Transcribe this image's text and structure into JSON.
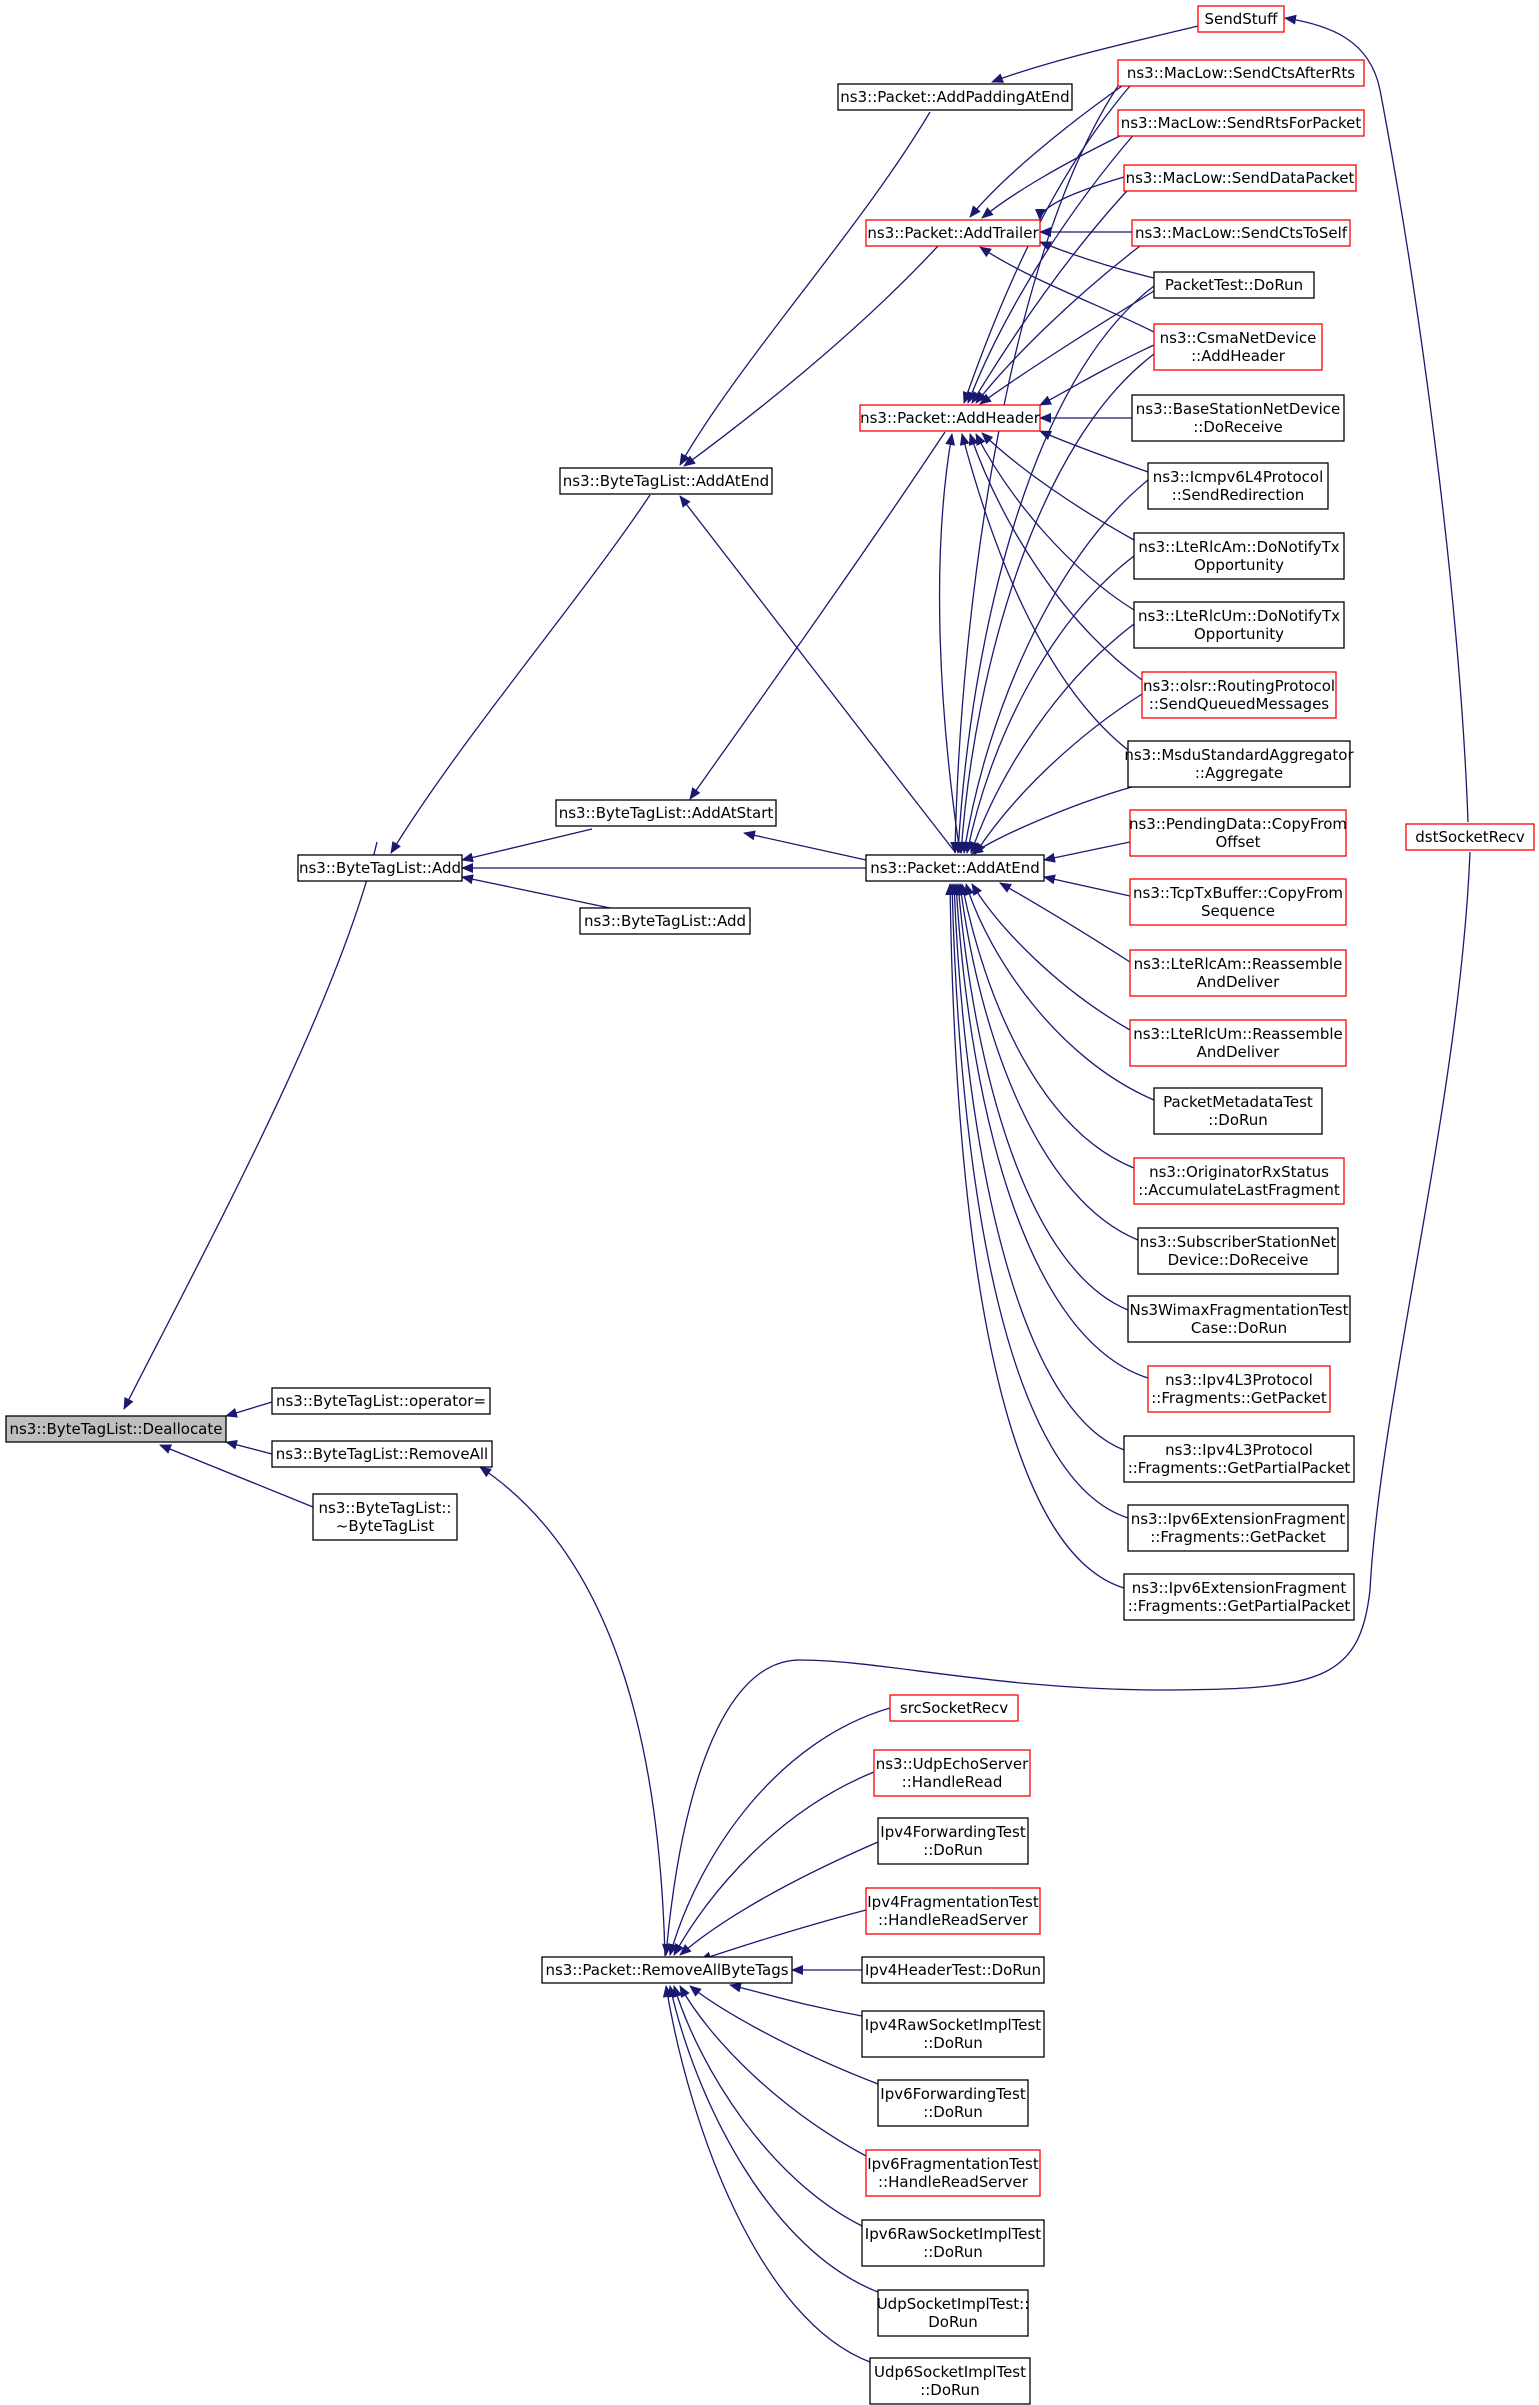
{
  "colors": {
    "edge": "#191970",
    "border_normal": "#000000",
    "border_red": "#ff0000",
    "focus_fill": "#bfbfbf",
    "node_fill": "#ffffff"
  },
  "nodes": {
    "deallocate": {
      "lines": [
        "ns3::ByteTagList::Deallocate"
      ],
      "style": "focus"
    },
    "btl_add": {
      "lines": [
        "ns3::ByteTagList::Add"
      ],
      "style": "normal"
    },
    "btl_operator": {
      "lines": [
        "ns3::ByteTagList::operator="
      ],
      "style": "normal"
    },
    "btl_removeall": {
      "lines": [
        "ns3::ByteTagList::RemoveAll"
      ],
      "style": "normal"
    },
    "btl_dtor": {
      "lines": [
        "ns3::ByteTagList::",
        "~ByteTagList"
      ],
      "style": "normal"
    },
    "btl_addatend": {
      "lines": [
        "ns3::ByteTagList::AddAtEnd"
      ],
      "style": "normal"
    },
    "btl_addatstart": {
      "lines": [
        "ns3::ByteTagList::AddAtStart"
      ],
      "style": "normal"
    },
    "btl_add2": {
      "lines": [
        "ns3::ByteTagList::Add"
      ],
      "style": "normal"
    },
    "pkt_removeallbytetags": {
      "lines": [
        "ns3::Packet::RemoveAllByteTags"
      ],
      "style": "normal"
    },
    "pkt_addpaddingatend": {
      "lines": [
        "ns3::Packet::AddPaddingAtEnd"
      ],
      "style": "normal"
    },
    "pkt_addtrailer": {
      "lines": [
        "ns3::Packet::AddTrailer"
      ],
      "style": "red"
    },
    "pkt_addheader": {
      "lines": [
        "ns3::Packet::AddHeader"
      ],
      "style": "red"
    },
    "pkt_addatend": {
      "lines": [
        "ns3::Packet::AddAtEnd"
      ],
      "style": "normal"
    },
    "sendstuff": {
      "lines": [
        "SendStuff"
      ],
      "style": "red"
    },
    "maclow_sendctsafterrts": {
      "lines": [
        "ns3::MacLow::SendCtsAfterRts"
      ],
      "style": "red"
    },
    "maclow_sendrtsforpacket": {
      "lines": [
        "ns3::MacLow::SendRtsForPacket"
      ],
      "style": "red"
    },
    "maclow_senddatapacket": {
      "lines": [
        "ns3::MacLow::SendDataPacket"
      ],
      "style": "red"
    },
    "maclow_sendctstoself": {
      "lines": [
        "ns3::MacLow::SendCtsToSelf"
      ],
      "style": "red"
    },
    "packettest_dorun": {
      "lines": [
        "PacketTest::DoRun"
      ],
      "style": "normal"
    },
    "csma_addheader": {
      "lines": [
        "ns3::CsmaNetDevice",
        "::AddHeader"
      ],
      "style": "red"
    },
    "bs_doreceive": {
      "lines": [
        "ns3::BaseStationNetDevice",
        "::DoReceive"
      ],
      "style": "normal"
    },
    "icmpv6_sendredirection": {
      "lines": [
        "ns3::Icmpv6L4Protocol",
        "::SendRedirection"
      ],
      "style": "normal"
    },
    "rlcam_donotify": {
      "lines": [
        "ns3::LteRlcAm::DoNotifyTx",
        "Opportunity"
      ],
      "style": "normal"
    },
    "rlcum_donotify": {
      "lines": [
        "ns3::LteRlcUm::DoNotifyTx",
        "Opportunity"
      ],
      "style": "normal"
    },
    "olsr_sendqueued": {
      "lines": [
        "ns3::olsr::RoutingProtocol",
        "::SendQueuedMessages"
      ],
      "style": "red"
    },
    "msdu_aggregate": {
      "lines": [
        "ns3::MsduStandardAggregator",
        "::Aggregate"
      ],
      "style": "normal"
    },
    "pending_copyfrom": {
      "lines": [
        "ns3::PendingData::CopyFrom",
        "Offset"
      ],
      "style": "red"
    },
    "tcptx_copyfrom": {
      "lines": [
        "ns3::TcpTxBuffer::CopyFrom",
        "Sequence"
      ],
      "style": "red"
    },
    "rlcam_reassemble": {
      "lines": [
        "ns3::LteRlcAm::Reassemble",
        "AndDeliver"
      ],
      "style": "red"
    },
    "rlcum_reassemble": {
      "lines": [
        "ns3::LteRlcUm::Reassemble",
        "AndDeliver"
      ],
      "style": "red"
    },
    "pktmeta_dorun": {
      "lines": [
        "PacketMetadataTest",
        "::DoRun"
      ],
      "style": "normal"
    },
    "originator_accumulate": {
      "lines": [
        "ns3::OriginatorRxStatus",
        "::AccumulateLastFragment"
      ],
      "style": "red"
    },
    "ss_doreceive": {
      "lines": [
        "ns3::SubscriberStationNet",
        "Device::DoReceive"
      ],
      "style": "normal"
    },
    "wimaxfrag_dorun": {
      "lines": [
        "Ns3WimaxFragmentationTest",
        "Case::DoRun"
      ],
      "style": "normal"
    },
    "ipv4l3_getpacket": {
      "lines": [
        "ns3::Ipv4L3Protocol",
        "::Fragments::GetPacket"
      ],
      "style": "red"
    },
    "ipv4l3_getpartial": {
      "lines": [
        "ns3::Ipv4L3Protocol",
        "::Fragments::GetPartialPacket"
      ],
      "style": "normal"
    },
    "ipv6ext_getpacket": {
      "lines": [
        "ns3::Ipv6ExtensionFragment",
        "::Fragments::GetPacket"
      ],
      "style": "normal"
    },
    "ipv6ext_getpartial": {
      "lines": [
        "ns3::Ipv6ExtensionFragment",
        "::Fragments::GetPartialPacket"
      ],
      "style": "normal"
    },
    "dstsocketrecv": {
      "lines": [
        "dstSocketRecv"
      ],
      "style": "red"
    },
    "srcsocketrecv": {
      "lines": [
        "srcSocketRecv"
      ],
      "style": "red"
    },
    "udpecho_handleread": {
      "lines": [
        "ns3::UdpEchoServer",
        "::HandleRead"
      ],
      "style": "red"
    },
    "ipv4fwd_dorun": {
      "lines": [
        "Ipv4ForwardingTest",
        "::DoRun"
      ],
      "style": "normal"
    },
    "ipv4frag_handleread": {
      "lines": [
        "Ipv4FragmentationTest",
        "::HandleReadServer"
      ],
      "style": "red"
    },
    "ipv4hdr_dorun": {
      "lines": [
        "Ipv4HeaderTest::DoRun"
      ],
      "style": "normal"
    },
    "ipv4raw_dorun": {
      "lines": [
        "Ipv4RawSocketImplTest",
        "::DoRun"
      ],
      "style": "normal"
    },
    "ipv6fwd_dorun": {
      "lines": [
        "Ipv6ForwardingTest",
        "::DoRun"
      ],
      "style": "normal"
    },
    "ipv6frag_handleread": {
      "lines": [
        "Ipv6FragmentationTest",
        "::HandleReadServer"
      ],
      "style": "red"
    },
    "ipv6raw_dorun": {
      "lines": [
        "Ipv6RawSocketImplTest",
        "::DoRun"
      ],
      "style": "normal"
    },
    "udpsock_dorun": {
      "lines": [
        "UdpSocketImplTest::",
        "DoRun"
      ],
      "style": "normal"
    },
    "udp6sock_dorun": {
      "lines": [
        "Udp6SocketImplTest",
        "::DoRun"
      ],
      "style": "normal"
    }
  }
}
